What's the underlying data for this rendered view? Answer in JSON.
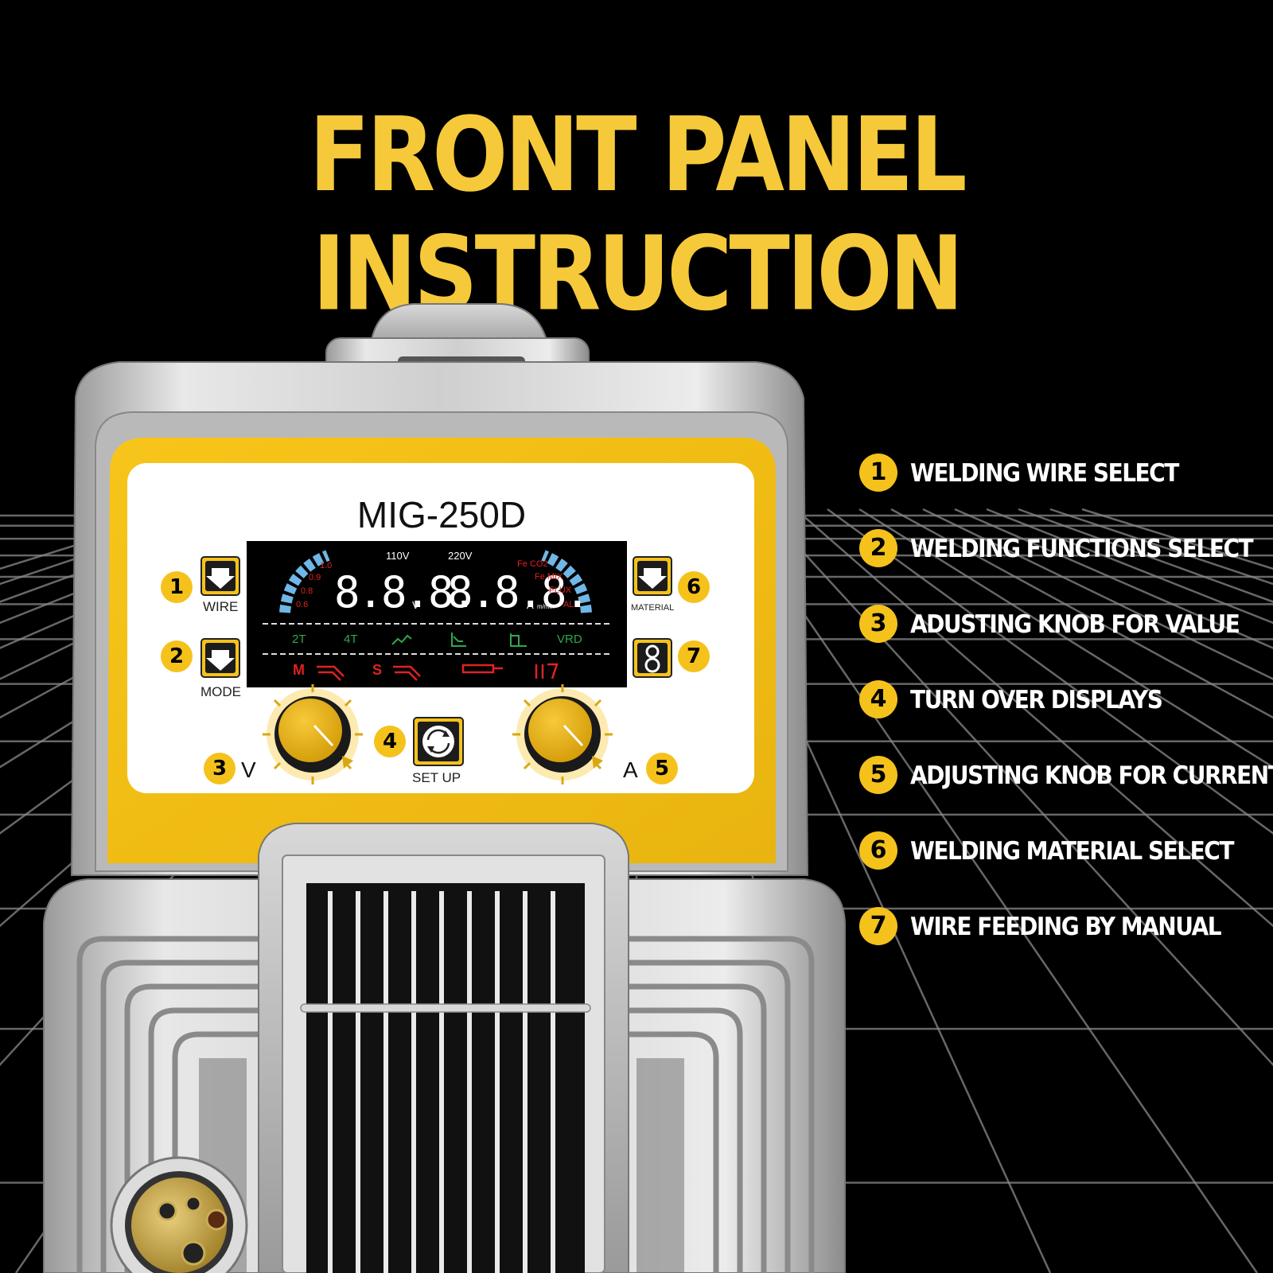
{
  "title": "FRONT PANEL INSTRUCTION",
  "colors": {
    "accent": "#f5c21c",
    "title": "#f5c93a",
    "background": "#000000"
  },
  "legend": [
    {
      "num": "1",
      "label": "WELDING WIRE SELECT"
    },
    {
      "num": "2",
      "label": "WELDING FUNCTIONS SELECT"
    },
    {
      "num": "3",
      "label": "ADUSTING KNOB FOR VALUE"
    },
    {
      "num": "4",
      "label": "TURN OVER DISPLAYS"
    },
    {
      "num": "5",
      "label": "ADJUSTING KNOB FOR CURRENT"
    },
    {
      "num": "6",
      "label": "WELDING MATERIAL SELECT"
    },
    {
      "num": "7",
      "label": "WIRE FEEDING BY MANUAL"
    }
  ],
  "panel": {
    "model": "MIG-250D",
    "wire_label": "WIRE",
    "mode_label": "MODE",
    "material_label": "MATERIAL",
    "setup_label": "SET UP",
    "knob_left_label": "V",
    "knob_right_label": "A",
    "badges": [
      "1",
      "2",
      "3",
      "4",
      "5",
      "6",
      "7"
    ]
  },
  "display": {
    "voltage_110": "110V",
    "voltage_220": "220V",
    "left_value": "8.8.8.",
    "left_unit": "V",
    "right_value": "8.8.8.",
    "right_unit": "A",
    "right_subunit": "m/min",
    "wire_sizes": [
      "1.0",
      "0.9",
      "0.8",
      "0.6"
    ],
    "materials": [
      "Fe CO2",
      "Fe MIX",
      "FLUX",
      "AL"
    ],
    "modes": [
      "2T",
      "4T",
      "VRD"
    ],
    "bottom": [
      "M",
      "S"
    ]
  }
}
